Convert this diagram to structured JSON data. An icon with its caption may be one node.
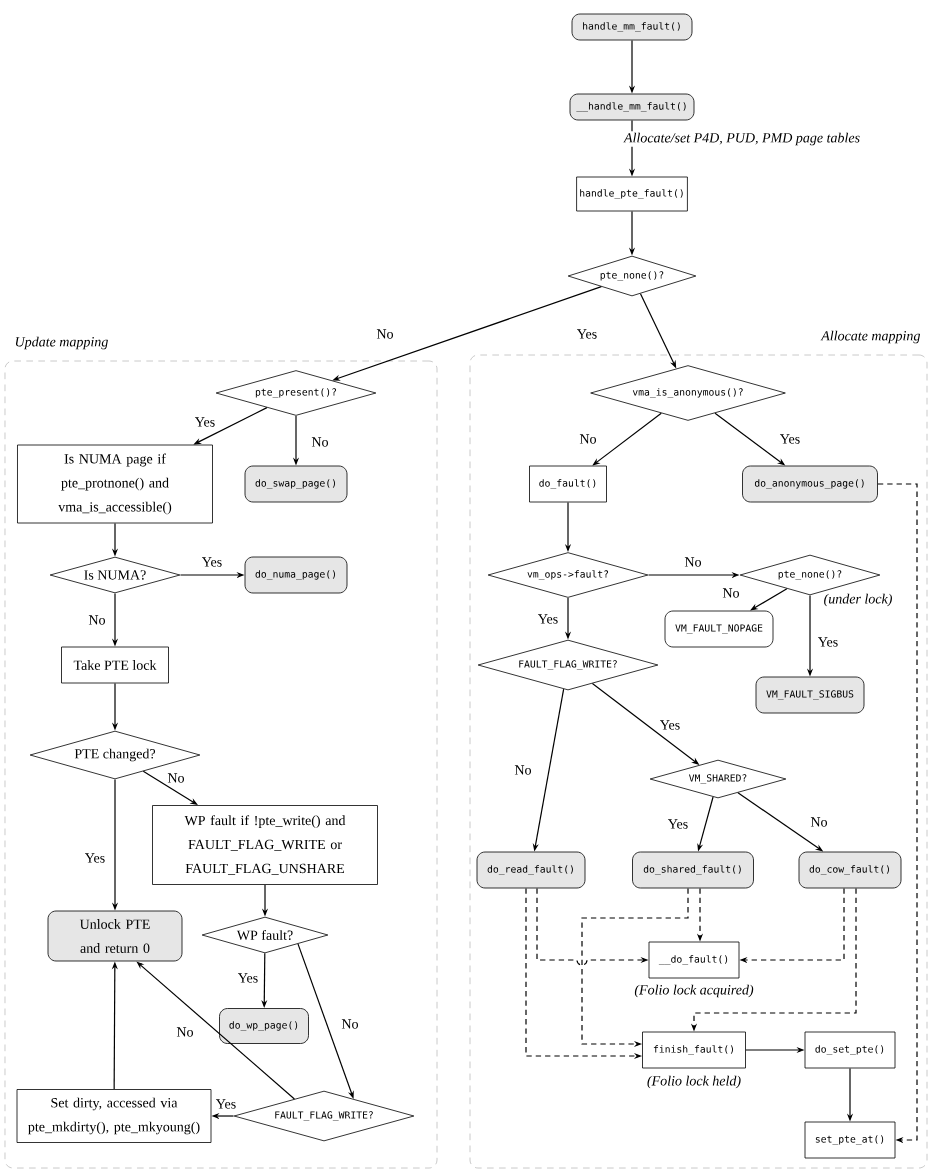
{
  "diagram": {
    "nodes": [
      {
        "text": [
          "handle_mm_fault()"
        ]
      },
      {
        "text": [
          "__handle_mm_fault()"
        ]
      },
      {
        "text": [
          "handle_pte_fault()"
        ]
      },
      {
        "text": [
          "pte_none()?"
        ]
      },
      {
        "text": [
          "Update mapping"
        ]
      },
      {
        "text": [
          "pte_present()?"
        ],
        "in": 4
      },
      {
        "text": [
          "Is NUMA page if pte_protnone() and vma_is_accessible()"
        ],
        "in": 4
      },
      {
        "text": [
          "do_swap_page()"
        ],
        "in": 4
      },
      {
        "text": [
          "Is NUMA?"
        ],
        "in": 4
      },
      {
        "text": [
          "do_numa_page()"
        ],
        "in": 4
      },
      {
        "text": [
          "Take PTE lock"
        ],
        "in": 4
      },
      {
        "text": [
          "PTE changed?"
        ],
        "in": 4
      },
      {
        "text": [
          "WP fault if !pte_write() and FAULT_FLAG_WRITE or FAULT_FLAG_UNSHARE"
        ],
        "in": 4
      },
      {
        "text": [
          "Unlock PTE and return 0"
        ],
        "in": 4
      },
      {
        "text": [
          "WP fault?"
        ],
        "in": 4
      },
      {
        "text": [
          "do_wp_page()"
        ],
        "in": 4
      },
      {
        "text": [
          "Set dirty, accessed via pte_mkdirty(), pte_mkyoung()"
        ],
        "in": 4
      },
      {
        "text": [
          "FAULT_FLAG_WRITE?"
        ],
        "in": 4
      },
      {
        "text": [
          "Allocate mapping"
        ]
      },
      {
        "text": [
          "vma_is_anonymous()?"
        ],
        "in": 18
      },
      {
        "text": [
          "do_fault()"
        ],
        "in": 18
      },
      {
        "text": [
          "do_anonymous_page()"
        ],
        "in": 18
      },
      {
        "text": [
          "vm_ops->fault?"
        ],
        "in": 18
      },
      {
        "text": [
          "pte_none()?"
        ],
        "beside": [
          "(under lock)"
        ],
        "in": 18
      },
      {
        "text": [
          "VM_FAULT_NOPAGE"
        ],
        "in": 18
      },
      {
        "text": [
          "VM_FAULT_SIGBUS"
        ],
        "in": 18
      },
      {
        "text": [
          "FAULT_FLAG_WRITE?"
        ],
        "in": 18
      },
      {
        "text": [
          "VM_SHARED?"
        ],
        "in": 18
      },
      {
        "text": [
          "do_read_fault()"
        ],
        "in": 18
      },
      {
        "text": [
          "do_shared_fault()"
        ],
        "in": 18
      },
      {
        "text": [
          "do_cow_fault()"
        ],
        "in": 18
      },
      {
        "text": [
          "__do_fault()"
        ],
        "beside": [
          "(Folio lock acquired)"
        ],
        "in": 18
      },
      {
        "text": [
          "finish_fault()"
        ],
        "beside": [
          "(Folio lock held)"
        ],
        "in": 18
      },
      {
        "text": [
          "do_set_pte()"
        ],
        "in": 18
      },
      {
        "text": [
          "set_pte_at()"
        ],
        "in": 18
      }
    ],
    "edges": [
      {
        "from": 0,
        "to": 1,
        "arrow": "to"
      },
      {
        "from": 1,
        "to": 2,
        "arrow": "to",
        "label": "Allocate/set P4D, PUD, PMD page tables"
      },
      {
        "from": 2,
        "to": 3,
        "arrow": "to"
      },
      {
        "from": 3,
        "to": 5,
        "arrow": "to",
        "label": "No"
      },
      {
        "from": 3,
        "to": 19,
        "arrow": "to",
        "label": "Yes"
      },
      {
        "from": 5,
        "to": 6,
        "arrow": "to",
        "label": "Yes"
      },
      {
        "from": 5,
        "to": 7,
        "arrow": "to",
        "label": "No"
      },
      {
        "from": 6,
        "to": 8,
        "arrow": "to"
      },
      {
        "from": 8,
        "to": 9,
        "arrow": "to",
        "label": "Yes"
      },
      {
        "from": 8,
        "to": 10,
        "arrow": "to",
        "label": "No"
      },
      {
        "from": 10,
        "to": 11,
        "arrow": "to"
      },
      {
        "from": 11,
        "to": 13,
        "arrow": "to",
        "label": "Yes"
      },
      {
        "from": 11,
        "to": 12,
        "arrow": "to",
        "label": "No"
      },
      {
        "from": 12,
        "to": 14,
        "arrow": "to"
      },
      {
        "from": 14,
        "to": 15,
        "arrow": "to",
        "label": "Yes"
      },
      {
        "from": 14,
        "to": 17,
        "arrow": "to",
        "label": "No"
      },
      {
        "from": 17,
        "to": 16,
        "arrow": "to",
        "label": "Yes"
      },
      {
        "from": 17,
        "to": 13,
        "arrow": "to",
        "label": "No"
      },
      {
        "from": 16,
        "to": 13,
        "arrow": "to"
      },
      {
        "from": 19,
        "to": 20,
        "arrow": "to",
        "label": "No"
      },
      {
        "from": 19,
        "to": 21,
        "arrow": "to",
        "label": "Yes"
      },
      {
        "from": 20,
        "to": 22,
        "arrow": "to"
      },
      {
        "from": 22,
        "to": 23,
        "arrow": "to",
        "label": "No"
      },
      {
        "from": 22,
        "to": 26,
        "arrow": "to",
        "label": "Yes"
      },
      {
        "from": 23,
        "to": 24,
        "arrow": "to",
        "label": "No"
      },
      {
        "from": 23,
        "to": 25,
        "arrow": "to",
        "label": "Yes"
      },
      {
        "from": 26,
        "to": 28,
        "arrow": "to",
        "label": "No"
      },
      {
        "from": 26,
        "to": 27,
        "arrow": "to",
        "label": "Yes"
      },
      {
        "from": 27,
        "to": 29,
        "arrow": "to",
        "label": "Yes"
      },
      {
        "from": 27,
        "to": 30,
        "arrow": "to",
        "label": "No"
      },
      {
        "from": 28,
        "to": 31,
        "arrow": "to",
        "style": "dashed"
      },
      {
        "from": 28,
        "to": 32,
        "arrow": "to",
        "style": "dashed"
      },
      {
        "from": 29,
        "to": 31,
        "arrow": "to",
        "style": "dashed"
      },
      {
        "from": 29,
        "to": 32,
        "arrow": "to",
        "style": "dashed"
      },
      {
        "from": 30,
        "to": 31,
        "arrow": "to",
        "style": "dashed"
      },
      {
        "from": 30,
        "to": 32,
        "arrow": "to",
        "style": "dashed"
      },
      {
        "from": 21,
        "to": 34,
        "arrow": "to",
        "style": "dashed"
      },
      {
        "from": 32,
        "to": 33,
        "arrow": "to"
      },
      {
        "from": 33,
        "to": 34,
        "arrow": "to"
      }
    ]
  }
}
